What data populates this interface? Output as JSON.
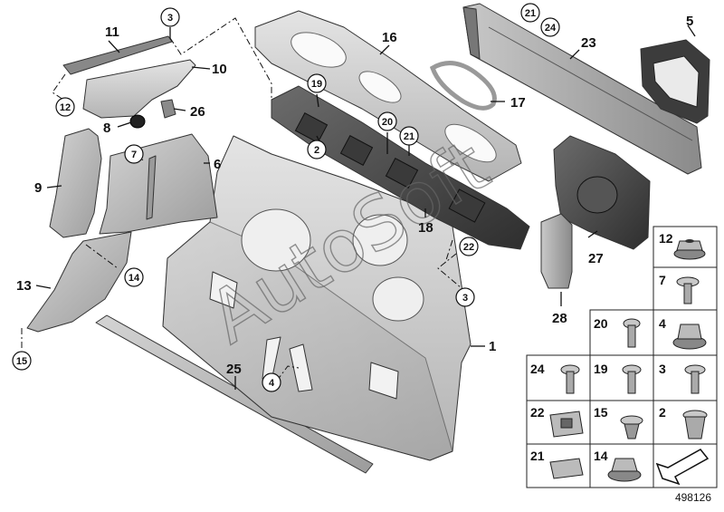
{
  "diagram": {
    "labels": [
      {
        "id": "l-1",
        "text": "1"
      },
      {
        "id": "l-2",
        "text": "2"
      },
      {
        "id": "l-3a",
        "text": "3"
      },
      {
        "id": "l-3b",
        "text": "3"
      },
      {
        "id": "l-4",
        "text": "4"
      },
      {
        "id": "l-5",
        "text": "5"
      },
      {
        "id": "l-6",
        "text": "6"
      },
      {
        "id": "l-7",
        "text": "7"
      },
      {
        "id": "l-8",
        "text": "8"
      },
      {
        "id": "l-9",
        "text": "9"
      },
      {
        "id": "l-10",
        "text": "10"
      },
      {
        "id": "l-11",
        "text": "11"
      },
      {
        "id": "l-12",
        "text": "12"
      },
      {
        "id": "l-13",
        "text": "13"
      },
      {
        "id": "l-14",
        "text": "14"
      },
      {
        "id": "l-15",
        "text": "15"
      },
      {
        "id": "l-16",
        "text": "16"
      },
      {
        "id": "l-17",
        "text": "17"
      },
      {
        "id": "l-18",
        "text": "18"
      },
      {
        "id": "l-19",
        "text": "19"
      },
      {
        "id": "l-20",
        "text": "20"
      },
      {
        "id": "l-21a",
        "text": "21"
      },
      {
        "id": "l-21b",
        "text": "21"
      },
      {
        "id": "l-22",
        "text": "22"
      },
      {
        "id": "l-23",
        "text": "23"
      },
      {
        "id": "l-24",
        "text": "24"
      },
      {
        "id": "l-25",
        "text": "25"
      },
      {
        "id": "l-26",
        "text": "26"
      },
      {
        "id": "l-27",
        "text": "27"
      },
      {
        "id": "l-28",
        "text": "28"
      }
    ],
    "grid": [
      {
        "id": "g-12",
        "text": "12"
      },
      {
        "id": "g-7",
        "text": "7"
      },
      {
        "id": "g-20",
        "text": "20"
      },
      {
        "id": "g-4",
        "text": "4"
      },
      {
        "id": "g-24",
        "text": "24"
      },
      {
        "id": "g-19",
        "text": "19"
      },
      {
        "id": "g-3",
        "text": "3"
      },
      {
        "id": "g-22",
        "text": "22"
      },
      {
        "id": "g-15",
        "text": "15"
      },
      {
        "id": "g-2",
        "text": "2"
      },
      {
        "id": "g-21",
        "text": "21"
      },
      {
        "id": "g-14",
        "text": "14"
      }
    ],
    "watermark": "AutoSoft",
    "doc_number": "498126"
  }
}
